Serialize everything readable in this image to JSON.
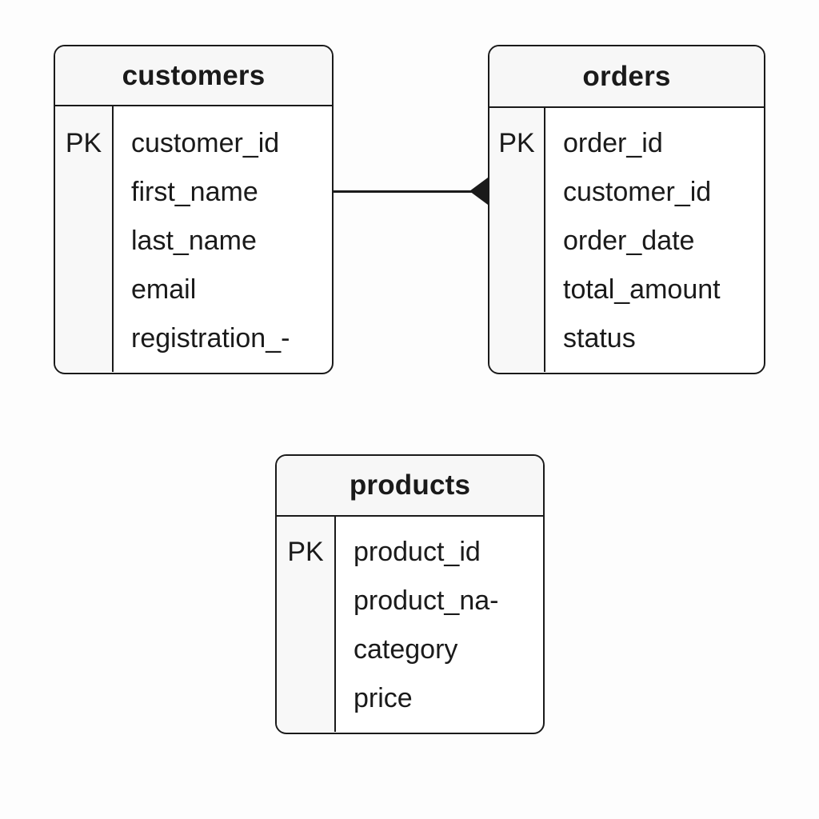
{
  "diagram": {
    "type": "entity-relationship",
    "tables": {
      "customers": {
        "title": "customers",
        "pk_label": "PK",
        "fields": [
          "customer_id",
          "first_name",
          "last_name",
          "email",
          "registration_-"
        ]
      },
      "orders": {
        "title": "orders",
        "pk_label": "PK",
        "fields": [
          "order_id",
          "customer_id",
          "order_date",
          "total_amount",
          "status"
        ]
      },
      "products": {
        "title": "products",
        "pk_label": "PK",
        "fields": [
          "product_id",
          "product_na-",
          "category",
          "price"
        ]
      }
    },
    "relationships": [
      {
        "from": "customers",
        "to": "orders",
        "marker": "filled-triangle",
        "marker_at": "orders",
        "marker_direction": "left"
      }
    ],
    "colors": {
      "border": "#1a1a1a",
      "text": "#1a1a1a",
      "header_fill": "#f7f7f7",
      "pk_fill": "#f8f8f8",
      "body_fill": "#ffffff",
      "background": "#fdfdfd",
      "connector": "#1a1a1a"
    }
  }
}
